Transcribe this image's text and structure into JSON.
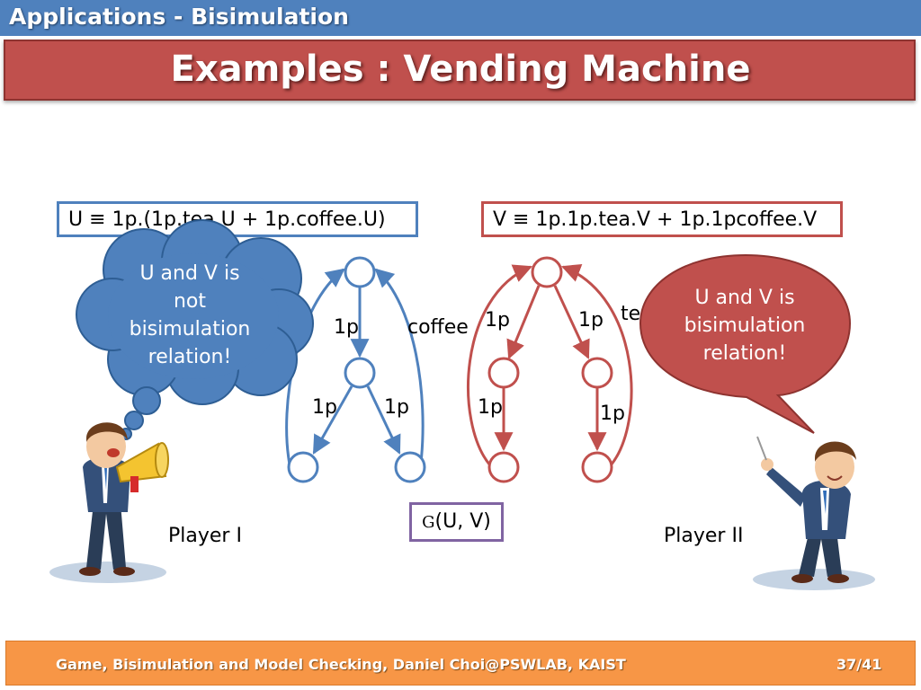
{
  "header": {
    "title": "Applications - Bisimulation"
  },
  "slide": {
    "title": "Examples : Vending Machine"
  },
  "formulas": {
    "u": "U ≡ 1p.(1p.tea.U + 1p.coffee.U)",
    "v": "V ≡ 1p.1p.tea.V + 1p.1pcoffee.V"
  },
  "graph_u": {
    "left_loop": "1p",
    "right_loop": "coffee",
    "left_edge": "1p",
    "right_edge": "1p"
  },
  "graph_v": {
    "left_top": "1p",
    "right_top": "1p",
    "right_loop": "te",
    "left_mid": "1p",
    "right_mid": "1p"
  },
  "game": {
    "label_symbol": "G",
    "label_args": "(U, V)"
  },
  "thought_bubble": {
    "line1": "U and V is",
    "line2": "not",
    "line3": "bisimulation",
    "line4": "relation!"
  },
  "speech_bubble": {
    "line1": "U and V is",
    "line2": "bisimulation",
    "line3": "relation!"
  },
  "players": {
    "player1": "Player I",
    "player2": "Player II"
  },
  "footer": {
    "text": "Game, Bisimulation and Model Checking, Daniel Choi@PSWLAB, KAIST",
    "page": "37/41"
  },
  "colors": {
    "blue": "#4f81bd",
    "red": "#c0504d",
    "purple": "#8064a2",
    "orange": "#f79646"
  }
}
